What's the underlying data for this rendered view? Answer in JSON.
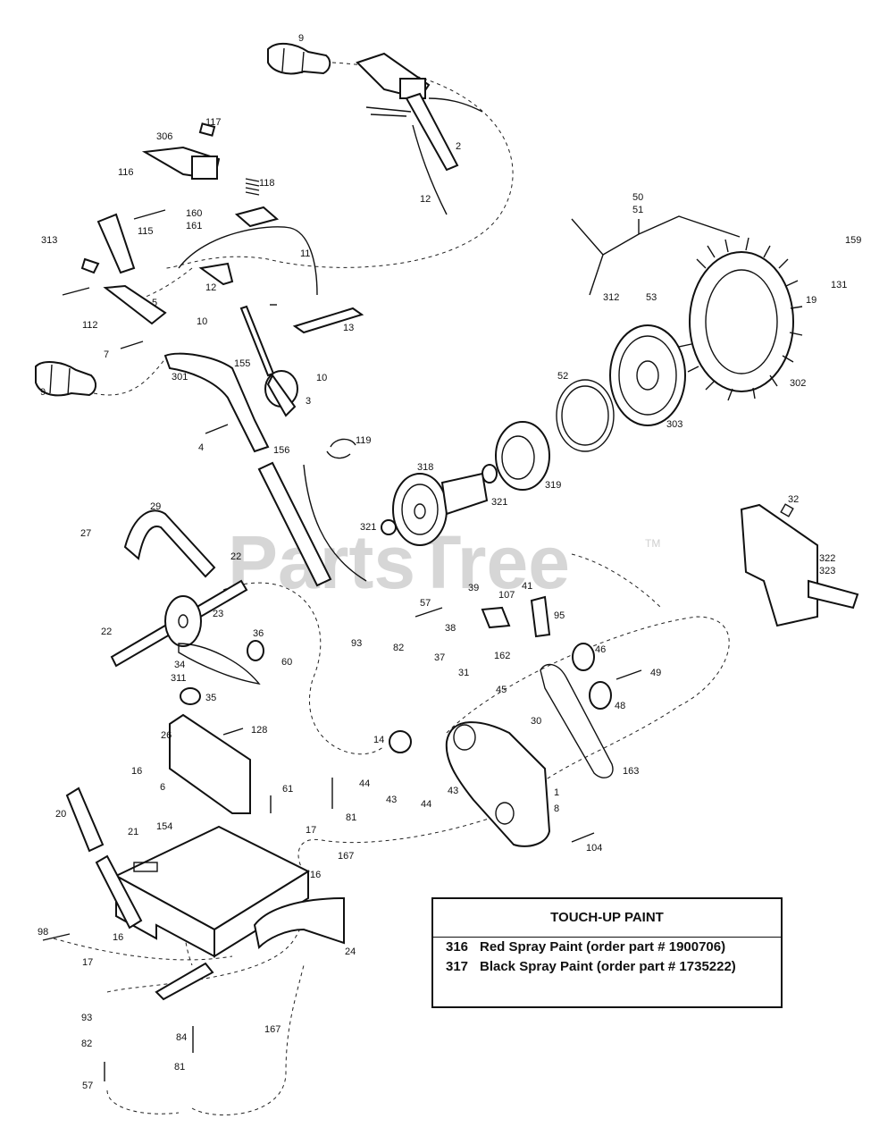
{
  "watermark": "PartsTree",
  "trademark": "TM",
  "labels": {
    "l9a": "9",
    "l117": "117",
    "l306": "306",
    "l2": "2",
    "l116": "116",
    "l118": "118",
    "l160": "160",
    "l161": "161",
    "l115": "115",
    "l12a": "12",
    "l11": "11",
    "l313": "313",
    "l12b": "12",
    "l50": "50",
    "l51": "51",
    "l159": "159",
    "l312": "312",
    "l53": "53",
    "l131": "131",
    "l19a": "19",
    "l5": "5",
    "l112": "112",
    "l10a": "10",
    "l13": "13",
    "l7": "7",
    "l301": "301",
    "l155": "155",
    "l10b": "10",
    "l302": "302",
    "l9b": "9",
    "l3": "3",
    "l52": "52",
    "l303": "303",
    "l4": "4",
    "l156": "156",
    "l119": "119",
    "l318": "318",
    "l319": "319",
    "l321a": "321",
    "l29": "29",
    "l32": "32",
    "l27": "27",
    "l321b": "321",
    "l22a": "22",
    "l322": "322",
    "l323": "323",
    "l39": "39",
    "l107": "107",
    "l41": "41",
    "l23": "23",
    "l57a": "57",
    "l95": "95",
    "l36": "36",
    "l22b": "22",
    "l38": "38",
    "l93a": "93",
    "l82a": "82",
    "l46": "46",
    "l37": "37",
    "l162": "162",
    "l60": "60",
    "l34": "34",
    "l311": "311",
    "l31": "31",
    "l49": "49",
    "l45": "45",
    "l48": "48",
    "l35": "35",
    "l30": "30",
    "l128": "128",
    "l26": "26",
    "l14": "14",
    "l163": "163",
    "l16a": "16",
    "l6": "6",
    "l44a": "44",
    "l43a": "43",
    "l61": "61",
    "l43b": "43",
    "l44b": "44",
    "l1": "1",
    "l8": "8",
    "l20": "20",
    "l81a": "81",
    "l21": "21",
    "l154": "154",
    "l17a": "17",
    "l167a": "167",
    "l16b": "16",
    "l104": "104",
    "l98": "98",
    "l16c": "16",
    "l17b": "17",
    "l24": "24",
    "l93b": "93",
    "l82b": "82",
    "l84": "84",
    "l167b": "167",
    "l81b": "81",
    "l57b": "57"
  },
  "touch_up_paint": {
    "title": "TOUCH-UP PAINT",
    "items": [
      {
        "number": "316",
        "description": "Red Spray Paint (order part # 1900706)"
      },
      {
        "number": "317",
        "description": "Black Spray Paint (order part # 1735222)"
      }
    ]
  }
}
